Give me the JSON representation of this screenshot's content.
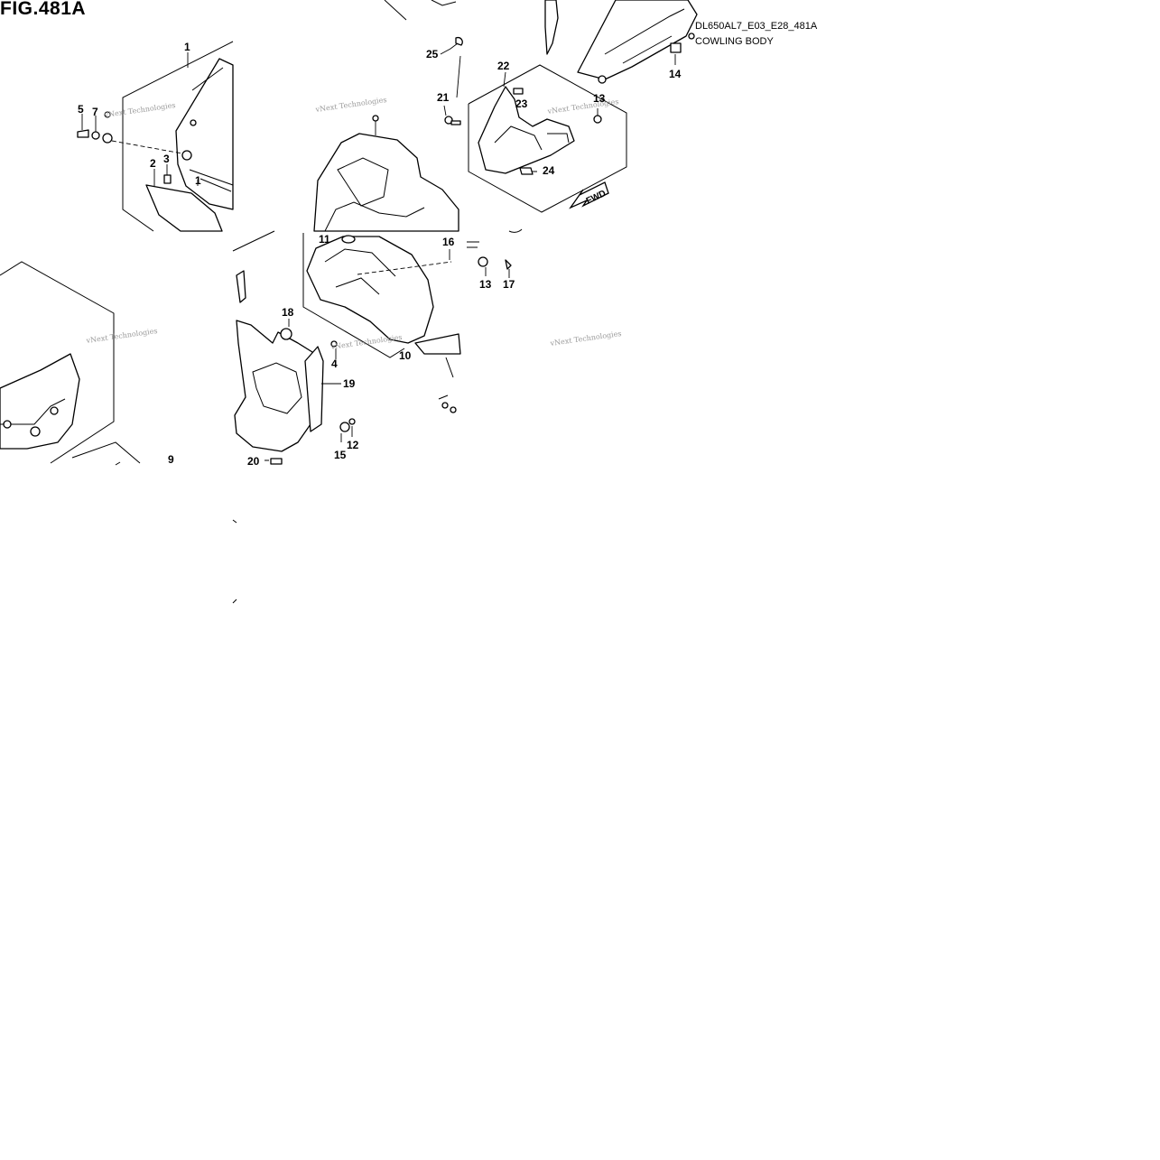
{
  "figure_title": "FIG.481A",
  "diagram_code": "DL650AL7_E03_E28_481A",
  "caption": "COWLING BODY",
  "watermark": "vNext Technologies",
  "fwd_label": "FWD",
  "callouts": [
    "1",
    "2",
    "3",
    "4",
    "5",
    "7",
    "9",
    "10",
    "11",
    "12",
    "13",
    "13",
    "14",
    "15",
    "16",
    "17",
    "18",
    "19",
    "20",
    "21",
    "22",
    "23",
    "24",
    "25"
  ]
}
